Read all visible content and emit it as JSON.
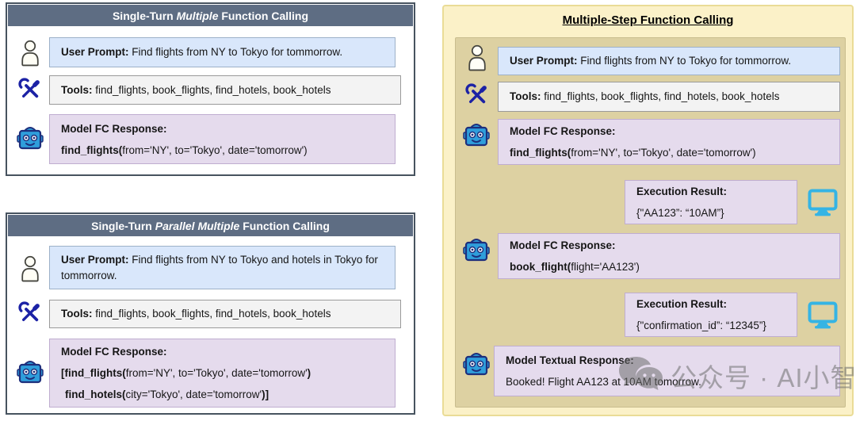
{
  "colors": {
    "title_bar": "#5e6d83",
    "panel_border": "#47535f",
    "user_prompt_box": "#d9e7fb",
    "tools_box": "#f3f3f3",
    "model_response_box": "#e5dbed",
    "right_panel_bg": "#fbf1c8",
    "right_panel_inner_bg": "#ddd1a2",
    "robot_blue": "#2f9edb",
    "tools_icon_blue": "#1c22a5",
    "monitor_cyan": "#35b4e4"
  },
  "panel_multiple": {
    "title_pre": "Single-Turn ",
    "title_italic": "Multiple",
    "title_post": " Function Calling",
    "user_label": "User Prompt:",
    "user_text": " Find flights from NY to Tokyo for tommorrow.",
    "tools_label": "Tools:",
    "tools_text": " find_flights, book_flights, find_hotels, book_hotels",
    "model_label": "Model FC Response:",
    "model_lines": [
      {
        "bold": "find_flights(",
        "rest": "from='NY', to='Tokyo', date='tomorrow')",
        "bold_end": ""
      }
    ]
  },
  "panel_parallel": {
    "title_pre": "Single-Turn ",
    "title_italic": "Parallel Multiple",
    "title_post": " Function Calling",
    "user_label": "User Prompt:",
    "user_text": " Find flights from NY to Tokyo and hotels in Tokyo for tommorrow.",
    "tools_label": "Tools:",
    "tools_text": " find_flights, book_flights, find_hotels, book_hotels",
    "model_label": "Model FC Response:",
    "model_lines": [
      {
        "bold": "[find_flights(",
        "rest": "from='NY', to='Tokyo', date='tomorrow'",
        "bold_end": ")"
      },
      {
        "bold": "find_hotels(",
        "rest": "city='Tokyo', date='tomorrow'",
        "bold_end": ")]"
      }
    ]
  },
  "panel_multistep": {
    "title": "Multiple-Step Function Calling",
    "user_label": "User Prompt:",
    "user_text": " Find flights from NY to Tokyo for tommorrow.",
    "tools_label": "Tools:",
    "tools_text": " find_flights, book_flights, find_hotels, book_hotels",
    "model1_label": "Model FC Response:",
    "model1_bold": "find_flights(",
    "model1_rest": "from='NY', to='Tokyo', date='tomorrow')",
    "exec1_label": "Execution Result:",
    "exec1_value": "{\"AA123”: “10AM”}",
    "model2_label": "Model FC Response:",
    "model2_bold": "book_flight(",
    "model2_rest": "flight='AA123')",
    "exec2_label": "Execution Result:",
    "exec2_value": "{\"confirmation_id”: “12345”}",
    "model3_label": "Model Textual Response:",
    "model3_text": "Booked! Flight AA123 at 10AM tomorrow."
  },
  "watermark": {
    "text": "公众号 · AI小智"
  }
}
